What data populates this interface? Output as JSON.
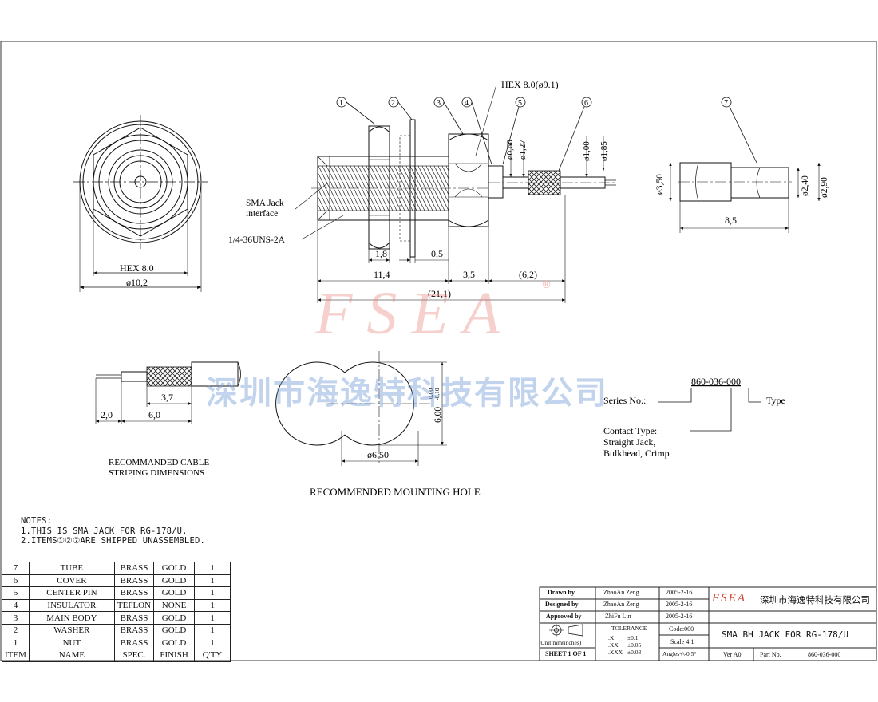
{
  "watermark": {
    "brand": "FSEA",
    "registered": "®",
    "company_cn": "深圳市海逸特科技有限公司"
  },
  "balloons": [
    "1",
    "2",
    "3",
    "4",
    "5",
    "6",
    "7"
  ],
  "front_view": {
    "hex": "HEX 8.0",
    "dia": "ø10,2"
  },
  "side_view": {
    "hex_label": "HEX 8.0(ø9.1)",
    "sma_label_line1": "SMA Jack",
    "sma_label_line2": "interface",
    "thread": "1/4-36UNS-2A",
    "d1": "1,8",
    "d2": "0,5",
    "d3": "11,4",
    "d4": "3,5",
    "d5": "(6,2)",
    "d6": "(21,1)",
    "v1": "ø0,60",
    "v2": "ø1,27",
    "v3": "ø1,00",
    "v4": "ø1,85"
  },
  "tube_view": {
    "d1": "ø3,50",
    "d2": "ø2,40",
    "d3": "ø2,90",
    "len": "8,5"
  },
  "cable_view": {
    "a": "3,7",
    "b": "2,0",
    "c": "6,0",
    "caption_line1": "RECOMMANDED CABLE",
    "caption_line2": "STRIPING DIMENSIONS"
  },
  "hole_view": {
    "height": "6,00",
    "tol_up": "0,00",
    "tol_down": "-0,10",
    "dia": "ø6,50",
    "caption": "RECOMMENDED MOUNTING HOLE"
  },
  "part_code": {
    "code": "860-036-000",
    "series_label": "Series No.:",
    "type_label": "Type",
    "contact_line1": "Contact Type:",
    "contact_line2": "Straight Jack,",
    "contact_line3": "Bulkhead, Crimp"
  },
  "notes": {
    "title": "NOTES:",
    "line1": "1.THIS IS SMA JACK FOR RG-178/U.",
    "line2": "2.ITEMS①②⑦ARE SHIPPED UNASSEMBLED."
  },
  "bom": {
    "header": [
      "ITEM",
      "NAME",
      "SPEC.",
      "FINISH",
      "Q'TY"
    ],
    "rows": [
      [
        "7",
        "TUBE",
        "BRASS",
        "GOLD",
        "1"
      ],
      [
        "6",
        "COVER",
        "BRASS",
        "GOLD",
        "1"
      ],
      [
        "5",
        "CENTER PIN",
        "BRASS",
        "GOLD",
        "1"
      ],
      [
        "4",
        "INSULATOR",
        "TEFLON",
        "NONE",
        "1"
      ],
      [
        "3",
        "MAIN BODY",
        "BRASS",
        "GOLD",
        "1"
      ],
      [
        "2",
        "WASHER",
        "BRASS",
        "GOLD",
        "1"
      ],
      [
        "1",
        "NUT",
        "BRASS",
        "GOLD",
        "1"
      ]
    ]
  },
  "title_block": {
    "drawn_label": "Drawn   by",
    "drawn_name": "ZhaoAn Zeng",
    "drawn_date": "2005-2-16",
    "designed_label": "Designed  by",
    "designed_name": "ZhaoAn Zeng",
    "designed_date": "2005-2-16",
    "approved_label": "Approved by",
    "approved_name": "ZhiFu Lin",
    "approved_date": "2005-2-16",
    "units": "Unit:mm(inches)",
    "tolerance": "TOLERANCE",
    "tol_x": ".X",
    "tol_x_val": "±0.1",
    "tol_xx": ".XX",
    "tol_xx_val": "±0.05",
    "tol_xxx": ".XXX",
    "tol_xxx_val": "±0.03",
    "code": "Code:000",
    "scale": "Scale 4:1",
    "angles": "Angles+\\-0.5°",
    "sheet": "SHEET 1 OF 1",
    "logo": "FSEA",
    "company": "深圳市海逸特科技有限公司",
    "title": "SMA BH JACK FOR RG-178/U",
    "ver": "Ver A0",
    "part_label": "Part No.",
    "part_no": "860-036-000"
  }
}
